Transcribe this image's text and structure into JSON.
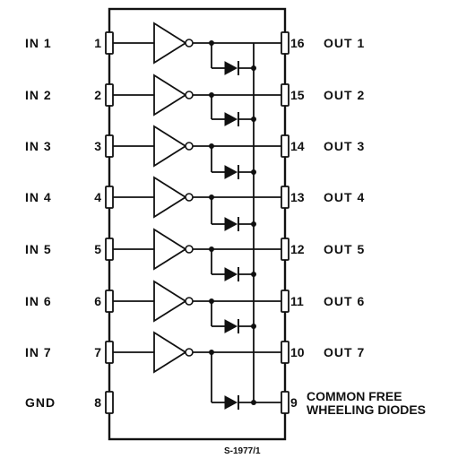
{
  "left_pins": [
    {
      "label": "IN 1",
      "pin": "1"
    },
    {
      "label": "IN 2",
      "pin": "2"
    },
    {
      "label": "IN 3",
      "pin": "3"
    },
    {
      "label": "IN 4",
      "pin": "4"
    },
    {
      "label": "IN 5",
      "pin": "5"
    },
    {
      "label": "IN 6",
      "pin": "6"
    },
    {
      "label": "IN 7",
      "pin": "7"
    },
    {
      "label": "GND",
      "pin": "8"
    }
  ],
  "right_pins": [
    {
      "label": "OUT 1",
      "pin": "16"
    },
    {
      "label": "OUT 2",
      "pin": "15"
    },
    {
      "label": "OUT 3",
      "pin": "14"
    },
    {
      "label": "OUT 4",
      "pin": "13"
    },
    {
      "label": "OUT 5",
      "pin": "12"
    },
    {
      "label": "OUT 6",
      "pin": "11"
    },
    {
      "label": "OUT 7",
      "pin": "10"
    },
    {
      "label": "COMMON FREE",
      "label2": "WHEELING DIODES",
      "pin": "9"
    }
  ],
  "reference_code": "S-1977/1"
}
